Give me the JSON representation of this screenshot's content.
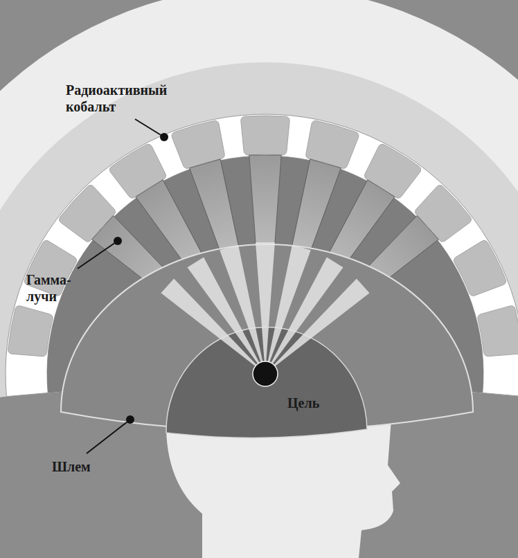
{
  "diagram": {
    "labels": [
      "Радиоактивный кобальт",
      "Гамма-лучи",
      "Цель",
      "Шлем"
    ]
  }
}
